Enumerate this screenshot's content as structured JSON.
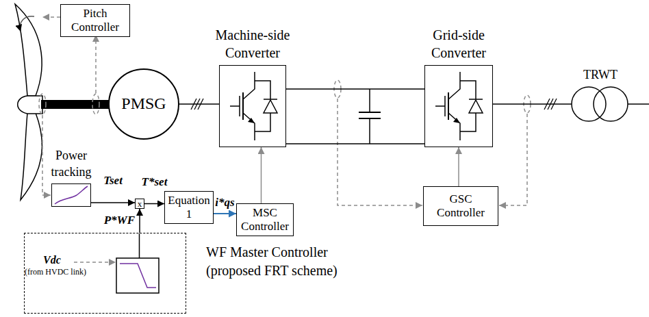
{
  "diagram": {
    "nodes": [
      {
        "text": [
          "Pitch Controller"
        ]
      },
      {
        "text": [
          "PMSG"
        ]
      },
      {
        "text": [
          "Machine-side Converter"
        ]
      },
      {
        "text": [
          "Grid-side Converter"
        ]
      },
      {
        "text": [
          "Power tracking"
        ]
      },
      {
        "text": [
          "x"
        ]
      },
      {
        "text": [
          "Equation 1"
        ]
      },
      {
        "text": [
          "MSC Controller"
        ]
      },
      {
        "text": [
          "GSC Controller"
        ]
      },
      {
        "text": [
          "WF Master Controller (proposed FRT scheme)"
        ]
      }
    ],
    "edges": [
      {
        "from": 4,
        "to": 5,
        "label": "Tset",
        "arrow": "to"
      },
      {
        "from": 5,
        "to": 6,
        "label": "T*set",
        "arrow": "to"
      },
      {
        "from": 6,
        "to": 7,
        "label": "i*qs",
        "arrow": "to"
      },
      {
        "from": 7,
        "to": 2,
        "arrow": "to"
      },
      {
        "from": 8,
        "to": 3,
        "arrow": "to"
      },
      {
        "from": 9,
        "to": 5,
        "label": "P*WF",
        "arrow": "to"
      },
      {
        "from": 1,
        "to": 2,
        "arrow": "none"
      },
      {
        "from": 2,
        "to": 3,
        "arrow": "none"
      }
    ],
    "labels": [
      "TRWT",
      "Vdc",
      "(from HVDC link)"
    ]
  }
}
